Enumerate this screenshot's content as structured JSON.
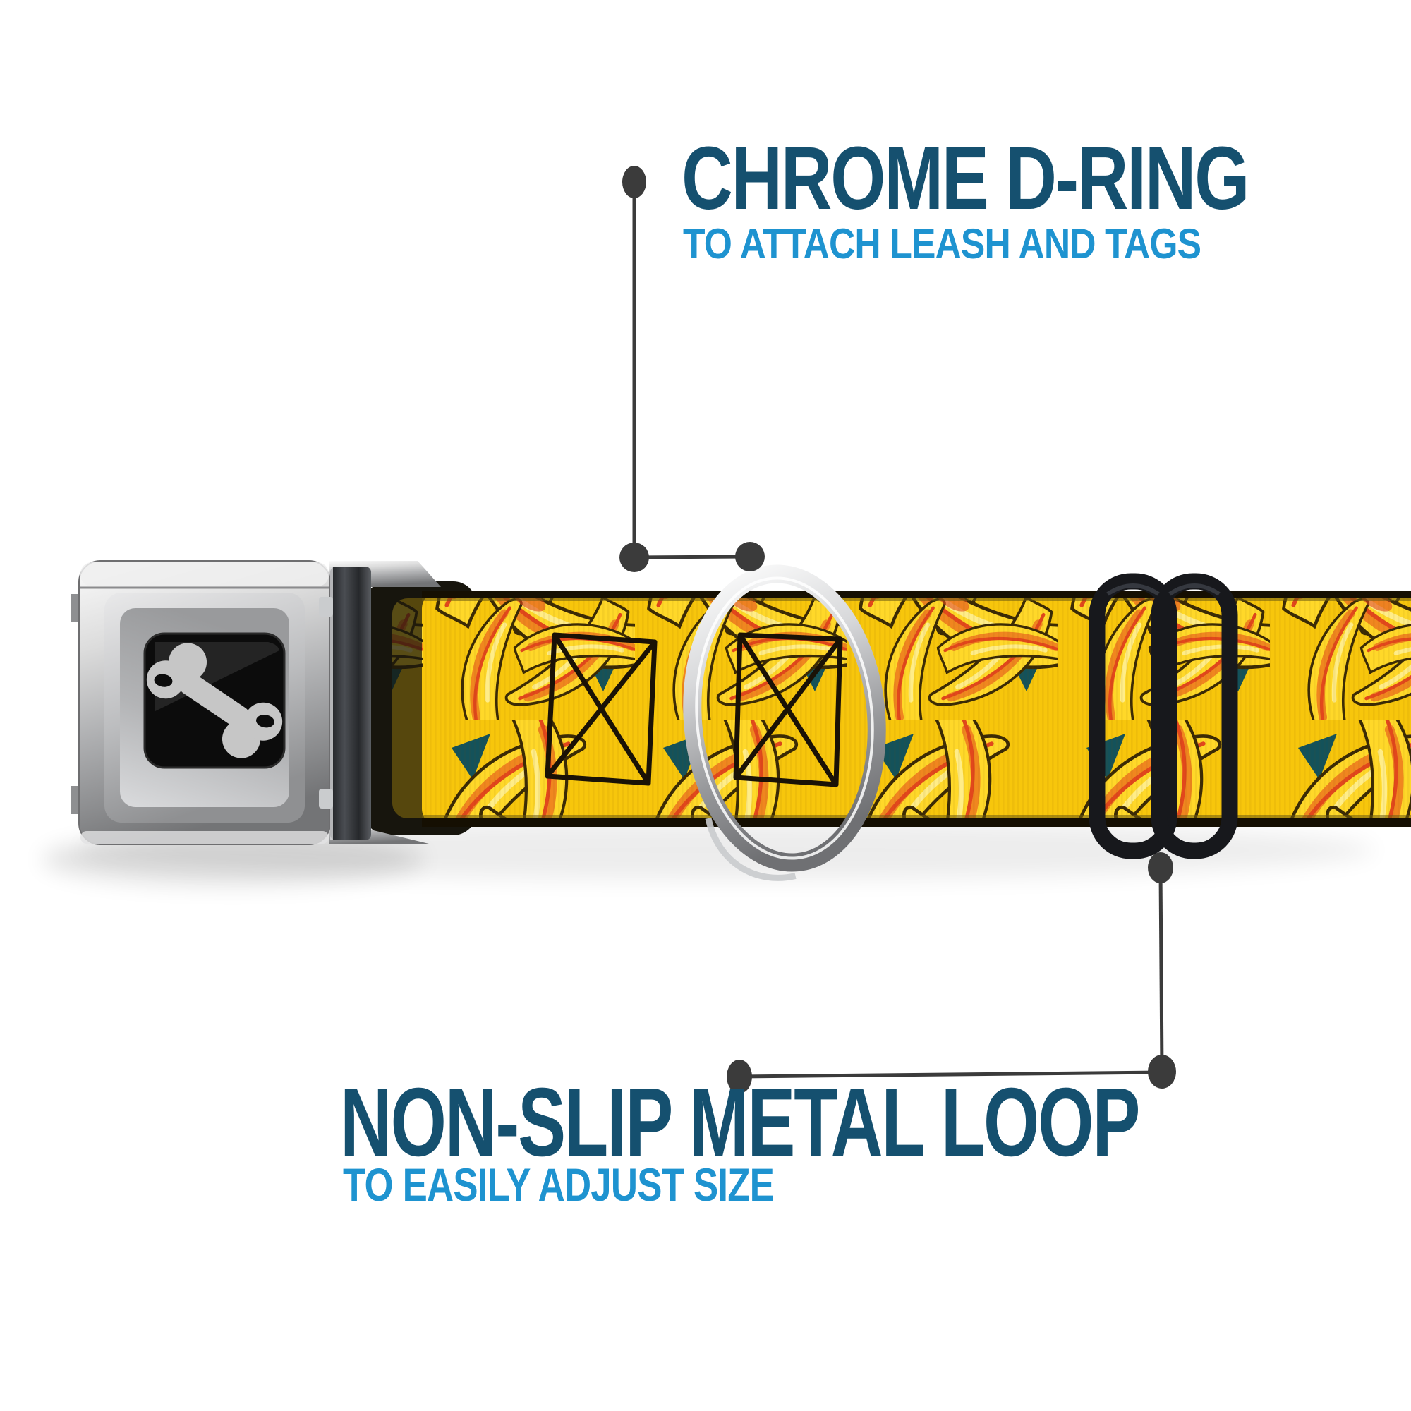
{
  "annotations": {
    "top_callout": {
      "title": "CHROME D-RING",
      "subtitle": "TO ATTACH LEASH AND TAGS"
    },
    "bottom_callout": {
      "title": "NON-SLIP METAL LOOP",
      "subtitle": "TO EASILY ADJUST SIZE"
    }
  },
  "product": {
    "type": "seatbelt-buckle dog collar",
    "buckle_logo_icon": "dog-bone-icon",
    "strap_pattern": "bananas",
    "hardware": [
      "seatbelt buckle",
      "chrome d-ring",
      "black non-slip metal loop"
    ]
  },
  "colors": {
    "title": "#15506F",
    "subtitle": "#1E93D0",
    "callout": "#3B3B3B",
    "strap_yellow": "#F7C60C",
    "banana": "#FFD829",
    "banana_shade": "#F0861F",
    "banana_accent": "#E2471C",
    "banana_outline": "#3A2A05",
    "teal_accent": "#14525A",
    "chrome_light": "#F2F2F2",
    "chrome_dark": "#7D7D7D",
    "slide_black": "#17181C",
    "bone_gray": "#C6C6C6",
    "window_black": "#0C0C0C"
  }
}
